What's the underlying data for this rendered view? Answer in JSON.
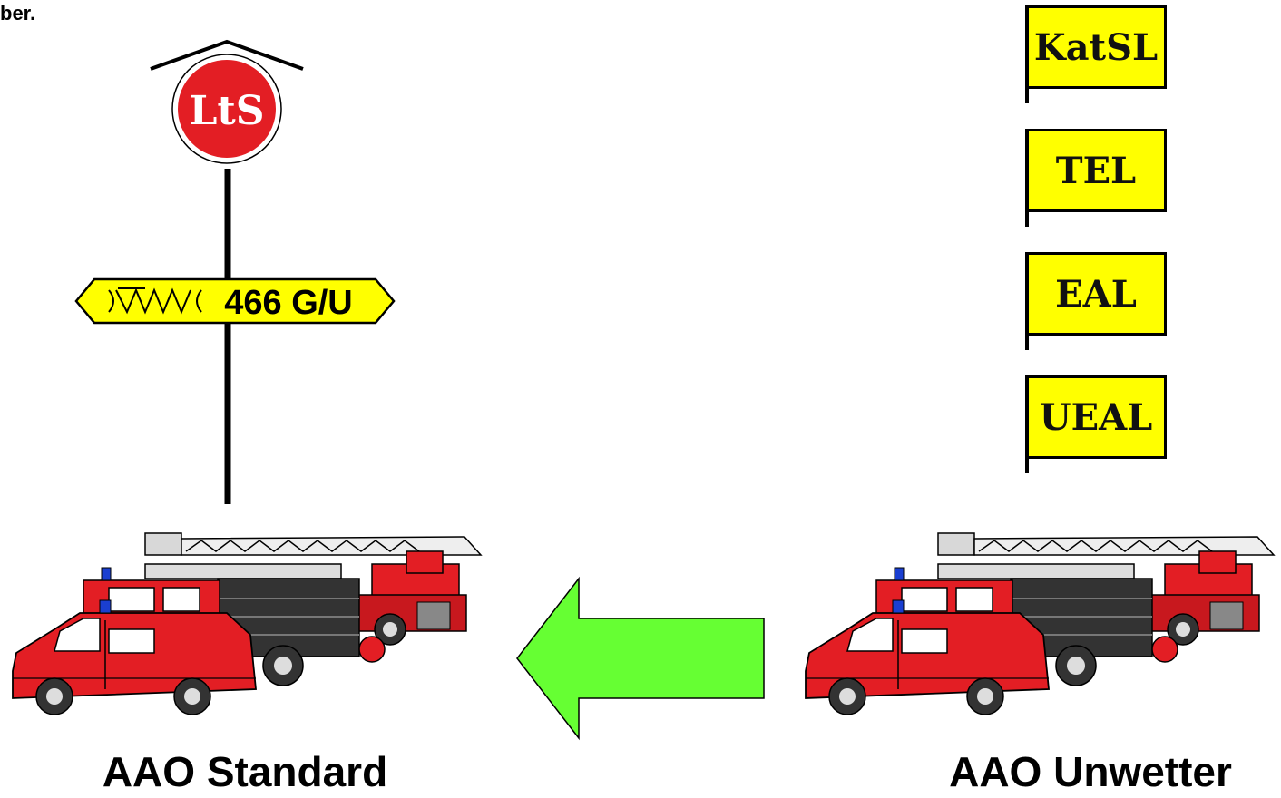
{
  "top_fragment": "ber.",
  "lts_sign": {
    "text": "LtS",
    "color": "#e31e24"
  },
  "route_sign": {
    "text": "466 G/U",
    "background": "#ffff00"
  },
  "flags": [
    {
      "label": "KatSL"
    },
    {
      "label": "TEL"
    },
    {
      "label": "EAL"
    },
    {
      "label": "UEAL"
    }
  ],
  "groups": {
    "standard": {
      "label": "AAO Standard"
    },
    "unwetter": {
      "label": "AAO Unwetter"
    }
  },
  "arrow": {
    "color": "#66ff33",
    "direction": "left"
  }
}
